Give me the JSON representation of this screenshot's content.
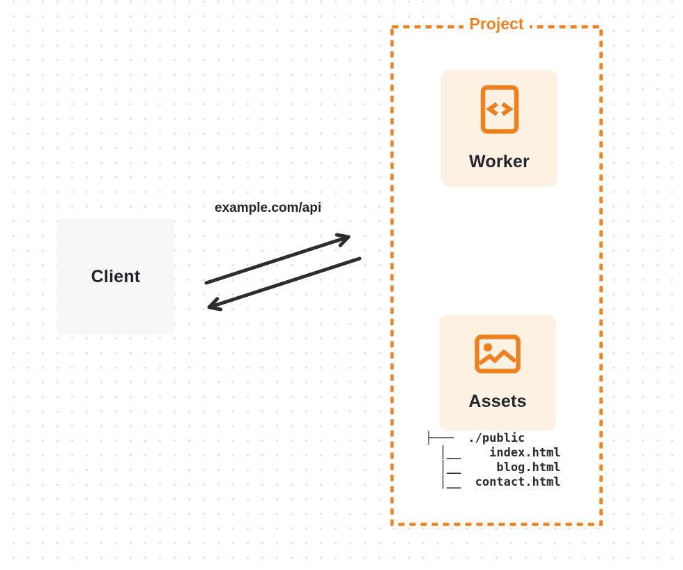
{
  "client": {
    "label": "Client"
  },
  "request": {
    "url_label": "example.com/api"
  },
  "project": {
    "label": "Project",
    "worker": {
      "label": "Worker",
      "icon": "code-document-icon"
    },
    "assets": {
      "label": "Assets",
      "icon": "image-icon",
      "file_tree": "├───  ./public\n  │__    index.html\n  │__     blog.html\n  │__  contact.html"
    }
  },
  "colors": {
    "accent_orange": "#ed801f",
    "card_background": "#fcf1e3",
    "client_background": "#f7f7f8",
    "text_dark": "#22252a",
    "arrow_dark": "#2b2d31",
    "dot_grid": "#e2e2e2"
  }
}
